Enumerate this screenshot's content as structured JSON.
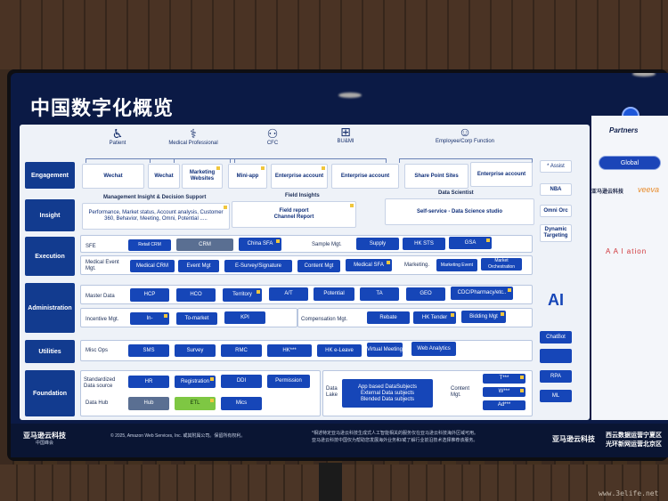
{
  "slide": {
    "title": "中国数字化概览",
    "personas": {
      "patient": "Patient",
      "medical_professional": "Medical Professional",
      "cfc": "CFC",
      "bu_mi": "BU&MI",
      "employee": "Employee/Corp Function"
    },
    "rows": {
      "engagement": "Engagement",
      "insight": "Insight",
      "execution": "Execution",
      "administration": "Administration",
      "utilities": "Utilities",
      "foundation": "Foundation"
    },
    "engagement": {
      "wechat1": "Wechat",
      "wechat2": "Wechat",
      "marketing_websites": "Marketing Websites",
      "mini_app": "Mini-app",
      "enterprise_account1": "Enterprise account",
      "enterprise_account2": "Enterprise account",
      "share_point": "Share Point Sites",
      "enterprise_account3": "Enterprise account"
    },
    "insight": {
      "mgmt_title": "Management Insight & Decision Support",
      "mgmt_body": "Performance, Market status, Account analysis, Customer 360, Behavior, Meeting, Omni, Potential .....",
      "field_title": "Field Insights",
      "field_body1": "Field report",
      "field_body2": "Channel Report",
      "ds_title": "Data Scientist",
      "ds_body": "Self-service - Data Science studio"
    },
    "execution": {
      "sfe": "SFE",
      "retail_crm": "Retail CRM",
      "crm": "CRM",
      "china_sfa": "China SFA",
      "sample_mgt": "Sample Mgt.",
      "supply": "Supply",
      "hk_sts": "HK STS",
      "gsa": "GSA",
      "medical_event": "Medical Event Mgt.",
      "medical_crm": "Medical CRM",
      "event_mgt": "Event Mgt",
      "esurvey": "E-Survey/Signature",
      "content_mgt": "Content Mgt",
      "medical_sfa": "Medical SFA",
      "marketing": "Marketing.",
      "marketing_event": "Marketing Event",
      "market_orch": "Market Orchestration"
    },
    "administration": {
      "master_data": "Master Data",
      "hcp": "HCP",
      "hco": "HCO",
      "territory": "Territory",
      "at": "A/T",
      "potential": "Potential",
      "ta": "TA",
      "geo": "GEO",
      "cdc": "CDC/Pharmacy/etc..",
      "incentive": "Incentive Mgt.",
      "in": "In-",
      "to_market": "To-market",
      "kpi": "KPI",
      "compensation": "Compensation Mgt.",
      "rebate": "Rebate",
      "hk_tender": "HK Tender",
      "bidding": "Bidding Mgt"
    },
    "utilities": {
      "misc_ops": "Misc Ops",
      "sms": "SMS",
      "survey": "Survey",
      "rmc": "RMC",
      "hk": "HK***",
      "hk_leave": "HK e-Leave",
      "virtual_meeting": "Virtual Meeting",
      "web_analytics": "Web Analytics"
    },
    "foundation": {
      "standardized": "Standardized Data source",
      "hr": "HR",
      "registration": "Registration",
      "ddi": "DDI",
      "permission": "Permission",
      "data_hub": "Data Hub",
      "hub": "Hub",
      "etl": "ETL",
      "mics": "Mics",
      "data_lake": "Data Lake",
      "lake_body1": "App based DataSubjects",
      "lake_body2": "External Data subjects",
      "lake_body3": "Blended Data subjects",
      "content_mgt": "Content Mgt.",
      "t": "T***",
      "w": "W***",
      "ad": "Ad***"
    },
    "side": {
      "assist": "* Assist",
      "nba": "NBA",
      "omni_orc": "Omni Orc",
      "dynamic_targeting": "Dynamic Targeting",
      "ai": "AI",
      "chatbot": "ChatBot",
      "rpa": "RPA",
      "ml": "ML"
    },
    "partners": {
      "title": "Partners",
      "global": "Global",
      "aws_cn": "亚马逊云科技",
      "veeva": "veeva",
      "aalation": "A A l ation"
    },
    "footer": {
      "brand": "亚马逊云科技",
      "brand_sub": "中国峰会",
      "copyright": "© 2025, Amazon Web Services, Inc. 或其附属公司。保留所有权利。",
      "note1": "*相述特定亚马逊云科技生成式人工智能相关的服务仅在亚马逊云科技海外区域可用。",
      "note2": "亚马逊云科技中国仅为帮助您发展海外业务和/或了解行业前沿技术选择推荐该服务。",
      "right_brand": "亚马逊云科技",
      "right_line1": "西云数据运营宁夏区",
      "right_line2": "光环新网运营北京区"
    }
  },
  "watermark": "www.3elife.net"
}
